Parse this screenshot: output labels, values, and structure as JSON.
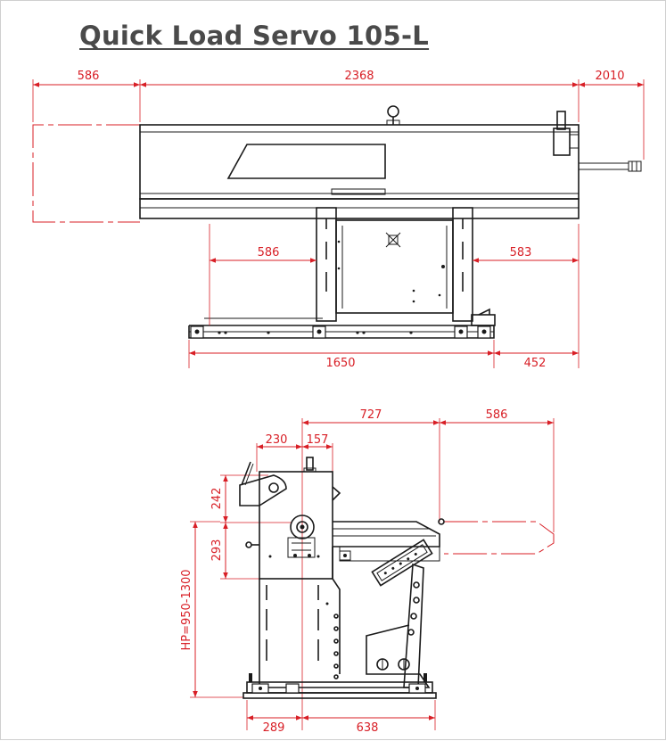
{
  "title": "Quick Load Servo 105-L",
  "colors": {
    "dimension": "#d81f26",
    "machine": "#1a1a1a",
    "title": "#4a4a4a"
  },
  "top_view": {
    "dim_left_top": "586",
    "dim_main_top": "2368",
    "dim_right_top": "2010",
    "dim_left_mid": "586",
    "dim_right_mid": "583",
    "dim_base": "1650",
    "dim_base_right": "452"
  },
  "side_view": {
    "dim_727": "727",
    "dim_586": "586",
    "dim_230": "230",
    "dim_157": "157",
    "dim_242": "242",
    "dim_293": "293",
    "dim_hp": "HP=950-1300",
    "dim_289": "289",
    "dim_638": "638"
  }
}
